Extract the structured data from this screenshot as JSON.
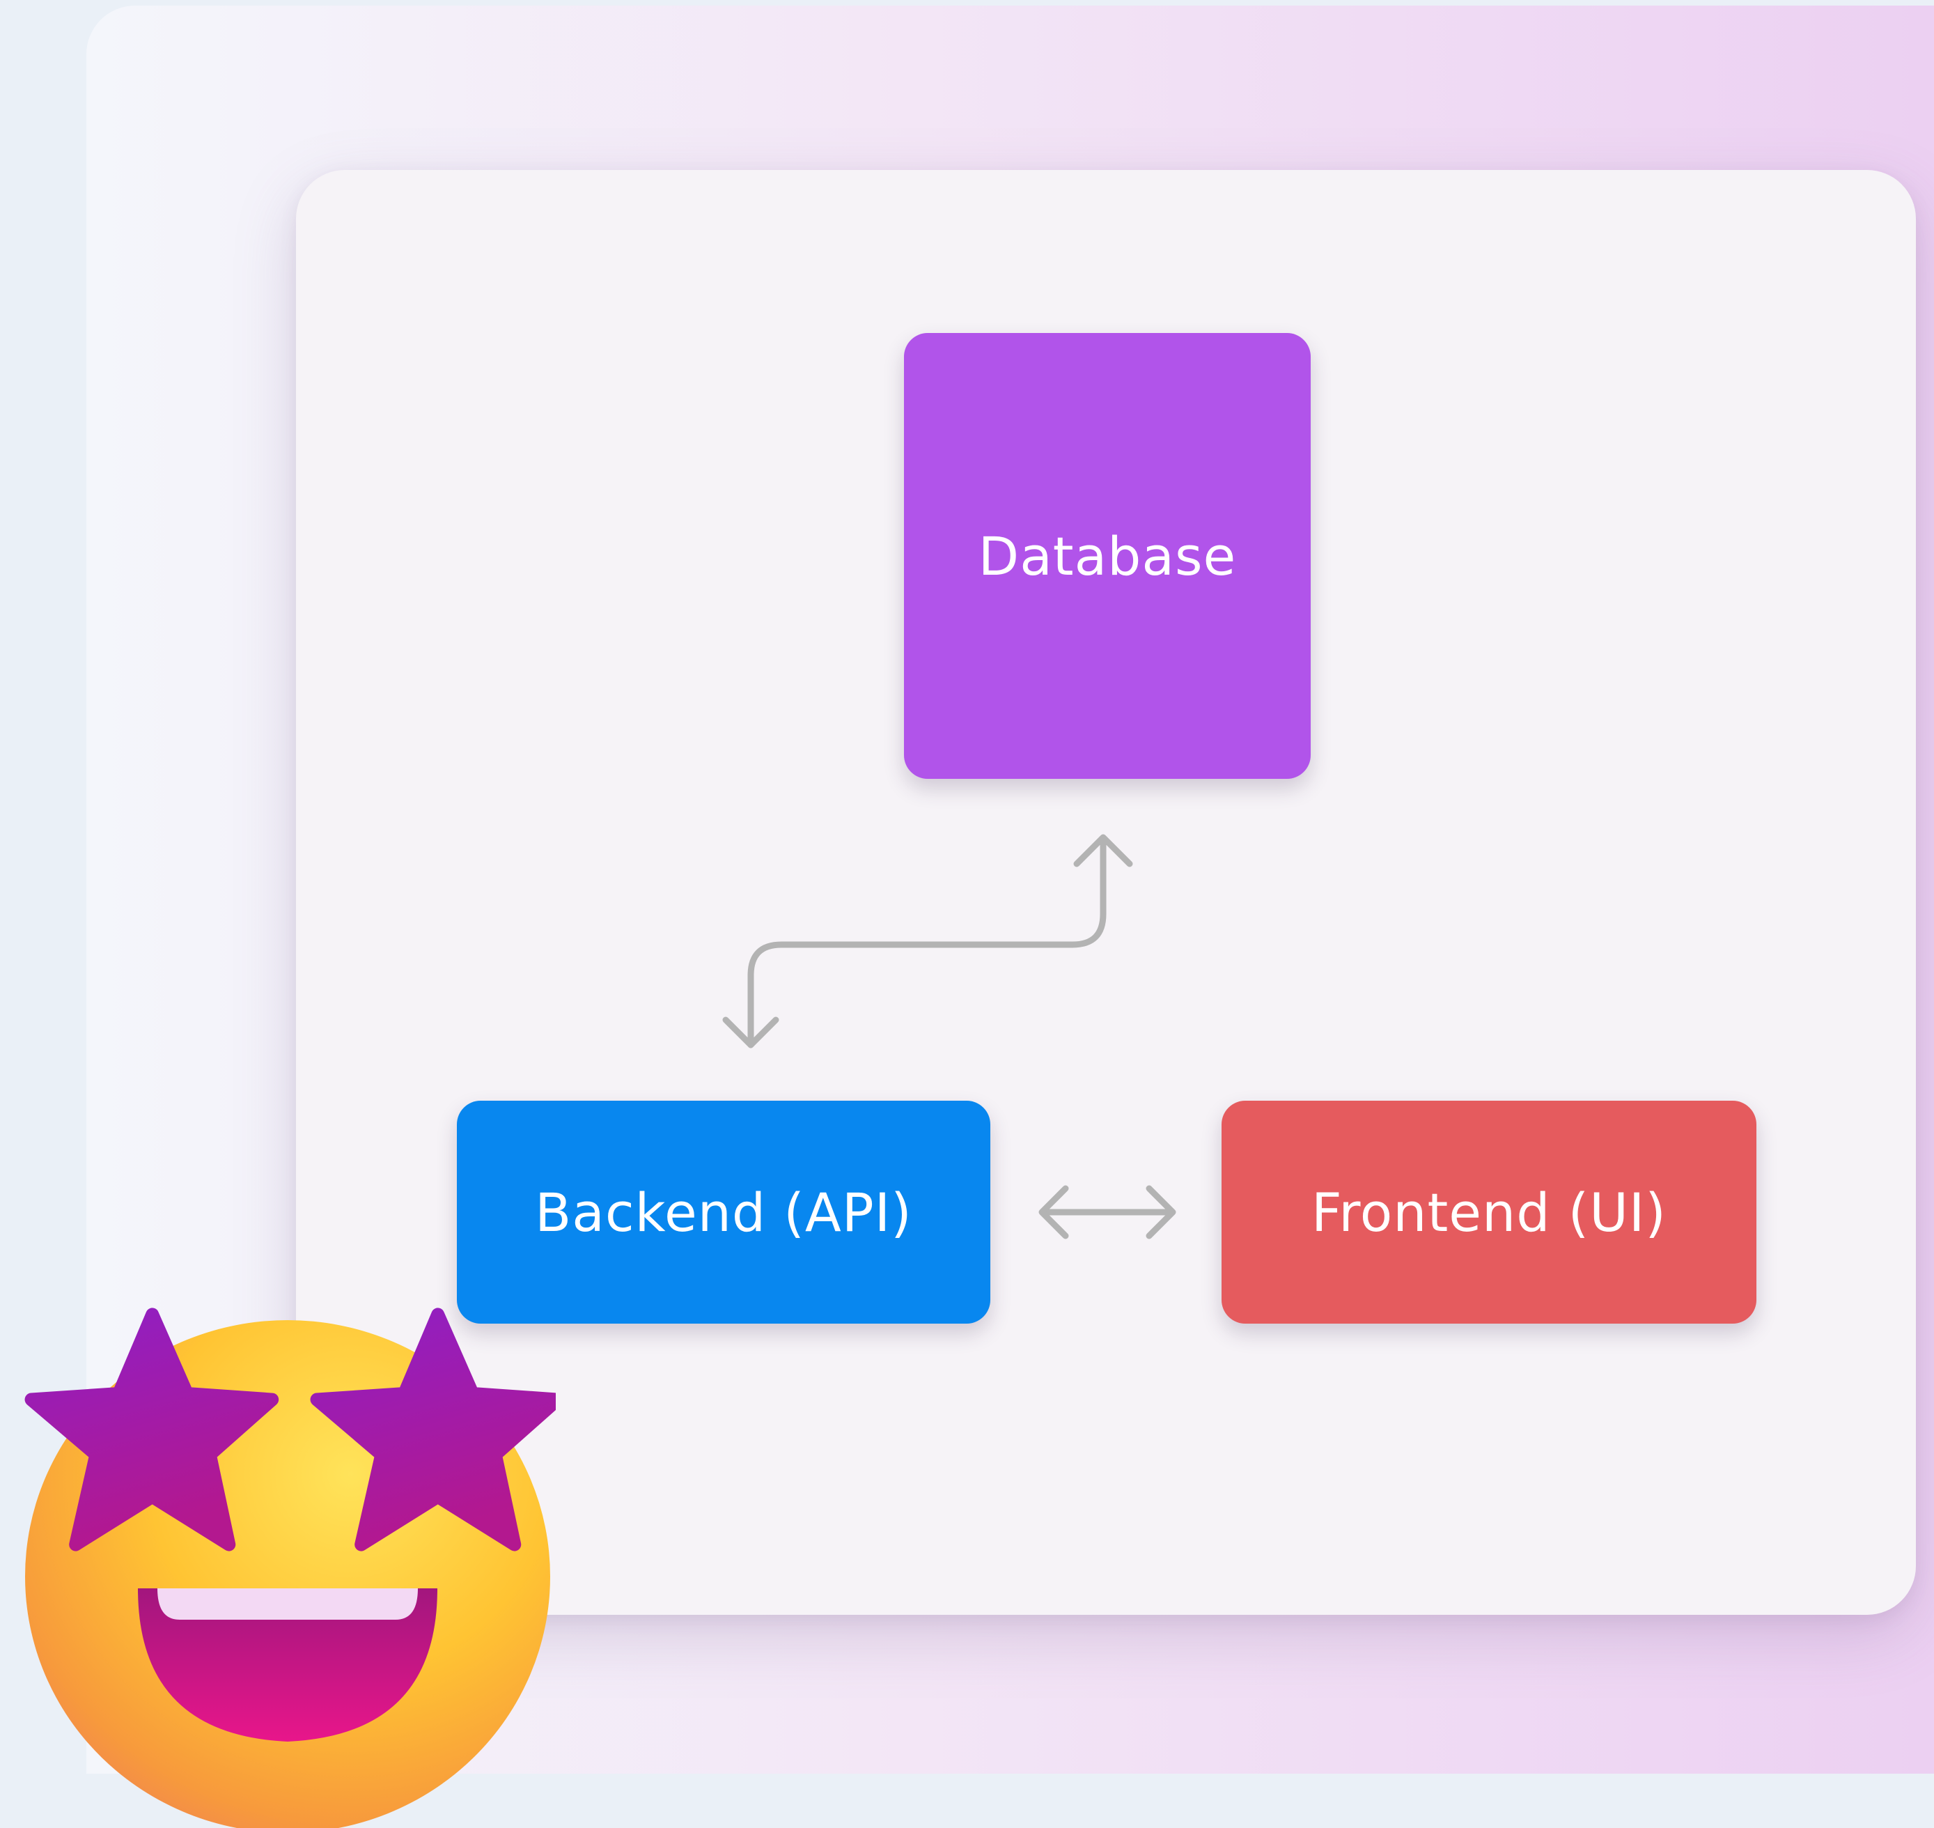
{
  "diagram": {
    "nodes": [
      {
        "id": "database",
        "label": "Database",
        "color": "#b154ea"
      },
      {
        "id": "backend",
        "label": "Backend (API)",
        "color": "#0887ef"
      },
      {
        "id": "frontend",
        "label": "Frontend (UI)",
        "color": "#e55b5e"
      }
    ],
    "edges": [
      {
        "from": "backend",
        "to": "database",
        "direction": "bidirectional"
      },
      {
        "from": "backend",
        "to": "frontend",
        "direction": "bidirectional"
      }
    ],
    "connector_color": "#b3b3b3"
  },
  "decoration": {
    "emoji_icon": "star-struck-face-icon"
  }
}
